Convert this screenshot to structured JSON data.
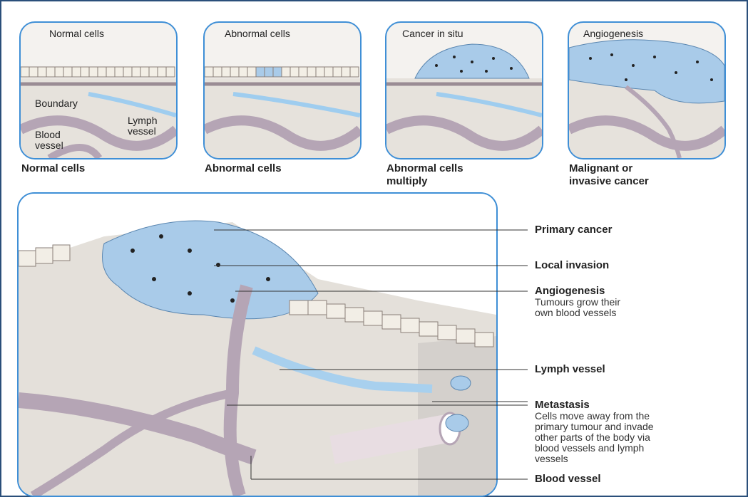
{
  "panels": [
    {
      "top_label_1": "Normal cells",
      "label_boundary": "Boundary",
      "label_lymph": "Lymph\nvessel",
      "label_blood": "Blood\nvessel",
      "caption": "Normal cells"
    },
    {
      "top_label": "Abnormal cells",
      "caption": "Abnormal cells"
    },
    {
      "top_label": "Cancer in situ",
      "caption": "Abnormal cells\nmultiply"
    },
    {
      "top_label": "Angiogenesis",
      "caption": "Malignant or\ninvasive cancer"
    }
  ],
  "callouts": [
    {
      "title": "Primary cancer",
      "desc": ""
    },
    {
      "title": "Local invasion",
      "desc": ""
    },
    {
      "title": "Angiogenesis",
      "desc": "Tumours grow their\nown blood vessels"
    },
    {
      "title": "Lymph vessel",
      "desc": ""
    },
    {
      "title": "Metastasis",
      "desc": "Cells move away from the\nprimary tumour and invade\nother parts of the body via\nblood vessels and lymph\nvessels"
    },
    {
      "title": "Blood vessel",
      "desc": ""
    }
  ],
  "colors": {
    "border": "#3f8fd6",
    "tissue": "#e8e5e0",
    "vessel": "#b8a8b8",
    "lymph": "#a8d0ee",
    "cell": "#a9cbe9"
  }
}
